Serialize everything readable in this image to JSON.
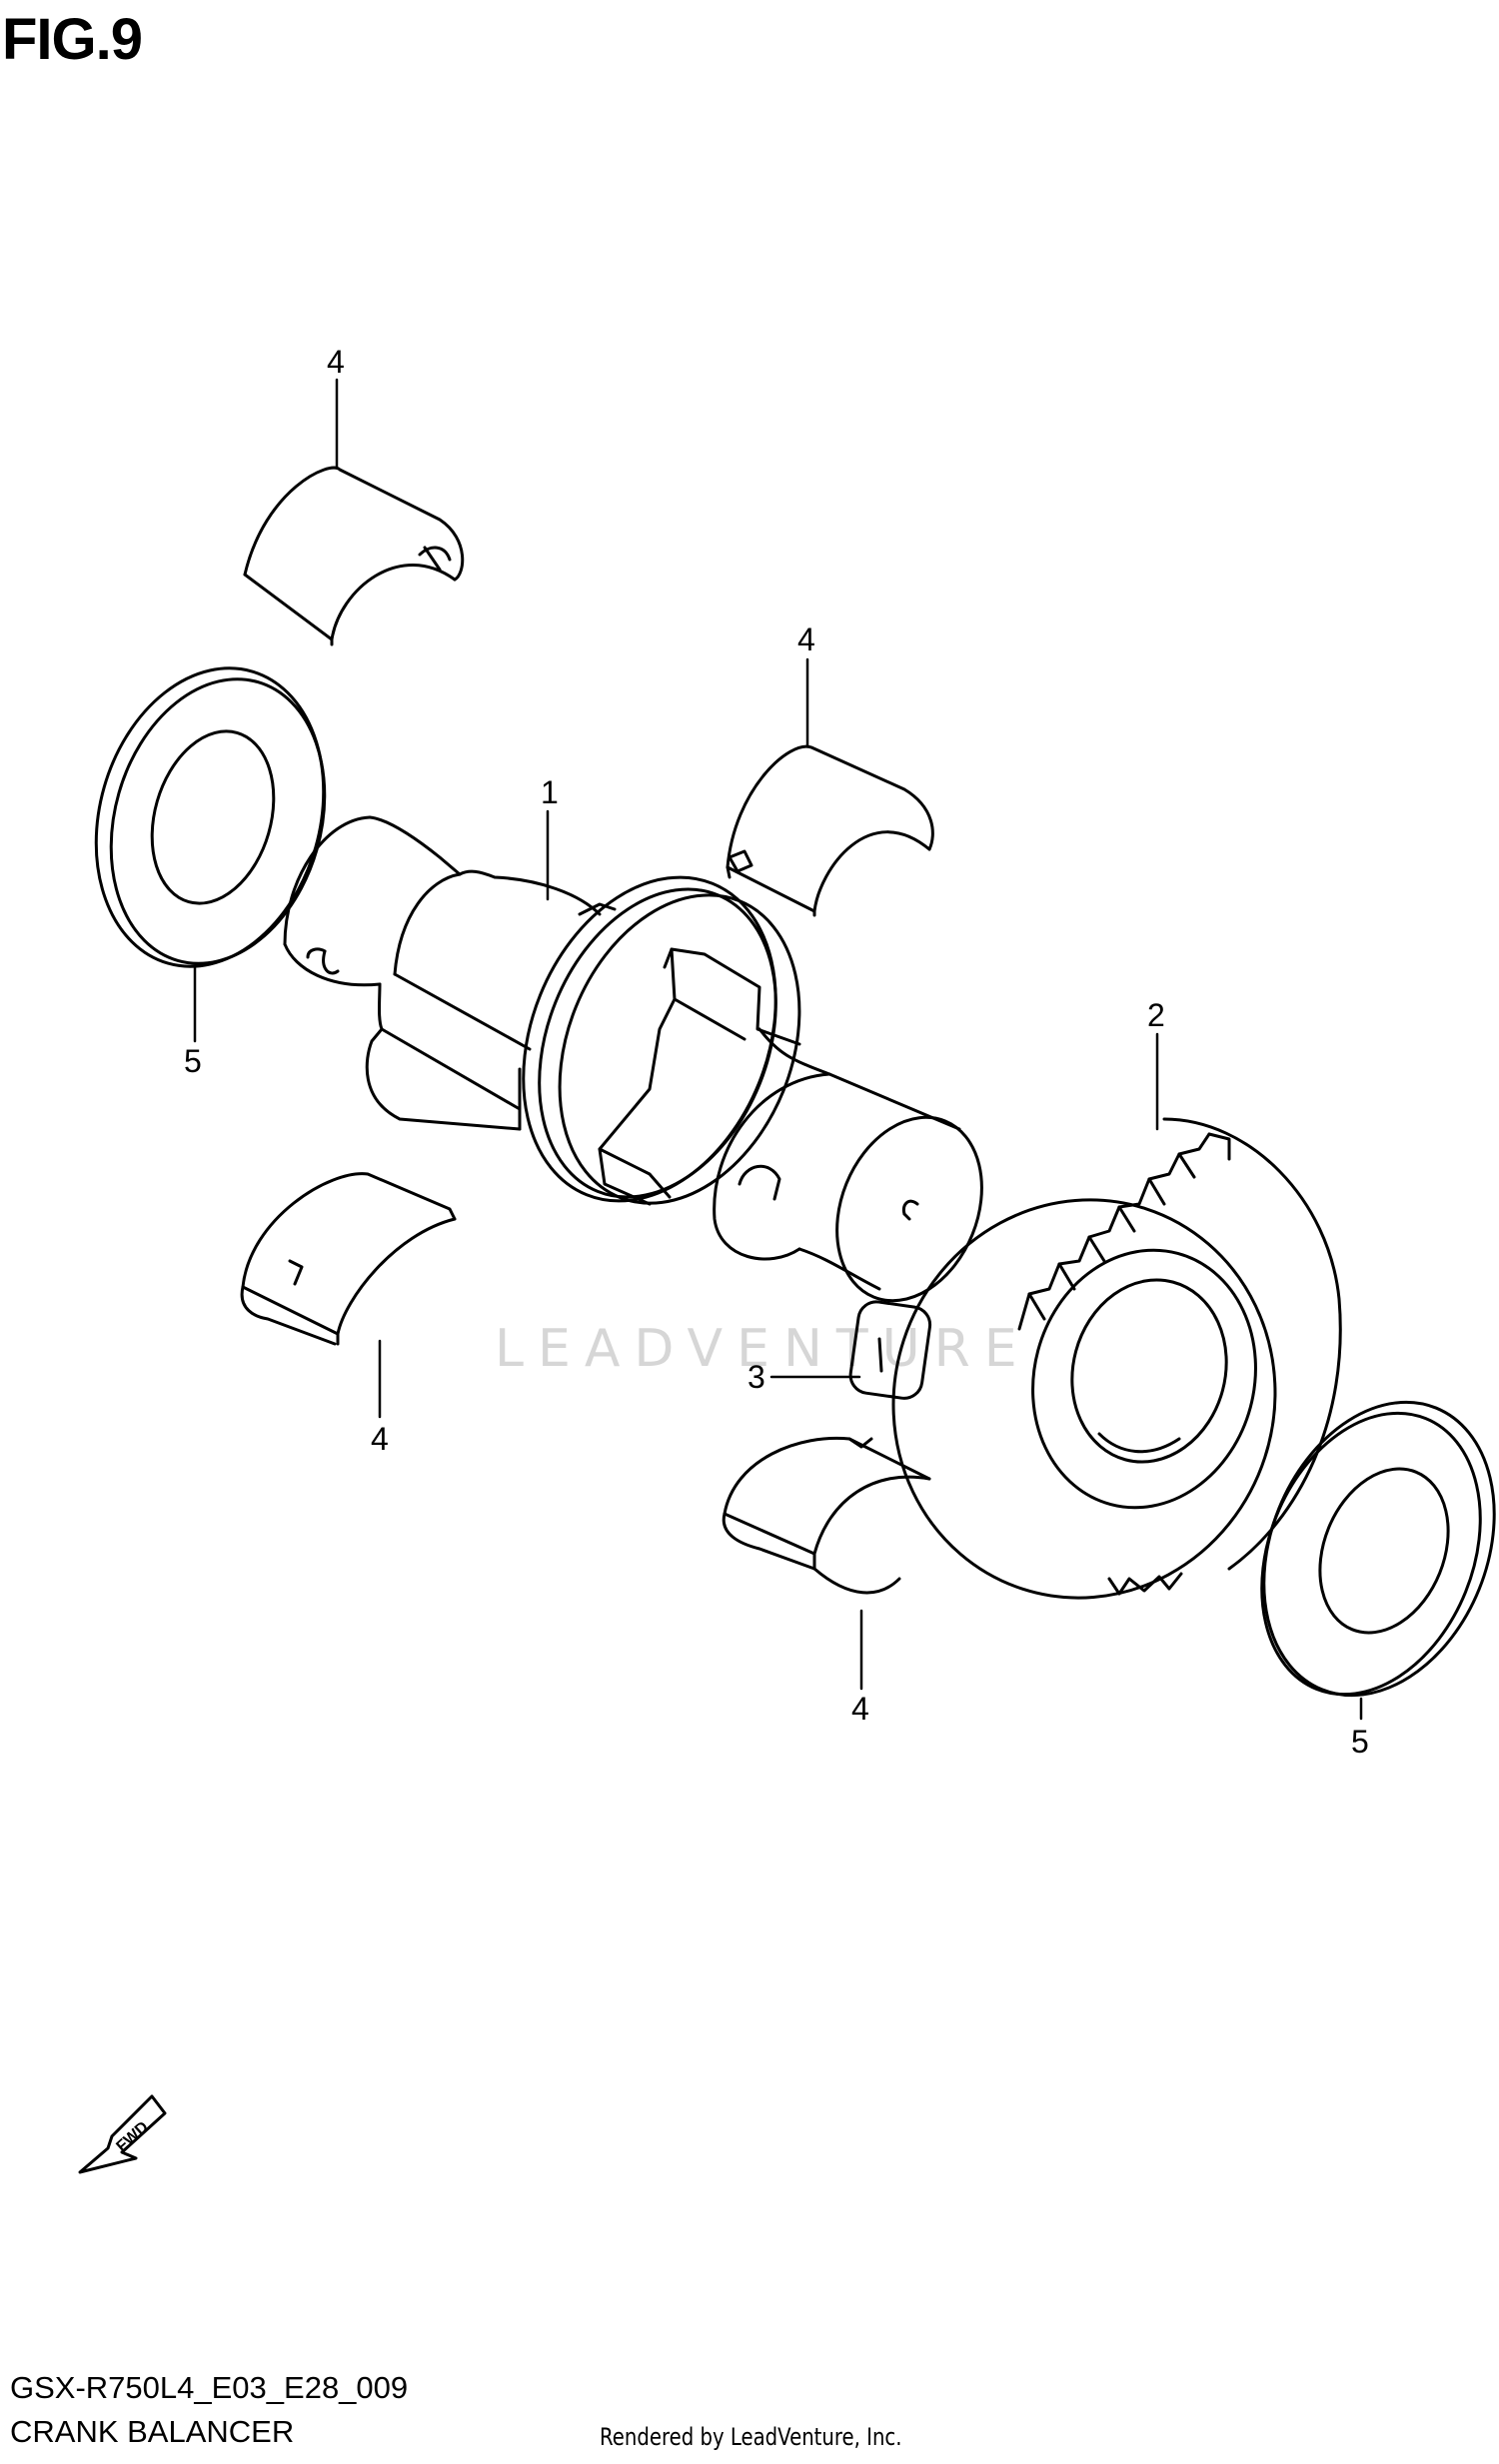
{
  "figure": {
    "title": "FIG.9",
    "model_code": "GSX-R750L4_E03_E28_009",
    "section_name": "CRANK BALANCER"
  },
  "callouts": [
    {
      "id": "c1",
      "label": "1"
    },
    {
      "id": "c2",
      "label": "2"
    },
    {
      "id": "c3",
      "label": "3"
    },
    {
      "id": "c4a",
      "label": "4"
    },
    {
      "id": "c4b",
      "label": "4"
    },
    {
      "id": "c4c",
      "label": "4"
    },
    {
      "id": "c4d",
      "label": "4"
    },
    {
      "id": "c5a",
      "label": "5"
    },
    {
      "id": "c5b",
      "label": "5"
    }
  ],
  "fwd_label": "FWD",
  "watermark_text": "LEADVENTURE",
  "credit": "Rendered by LeadVenture, Inc.",
  "colors": {
    "line": "#000000",
    "watermark": "#d6d6d6",
    "background": "#ffffff"
  }
}
